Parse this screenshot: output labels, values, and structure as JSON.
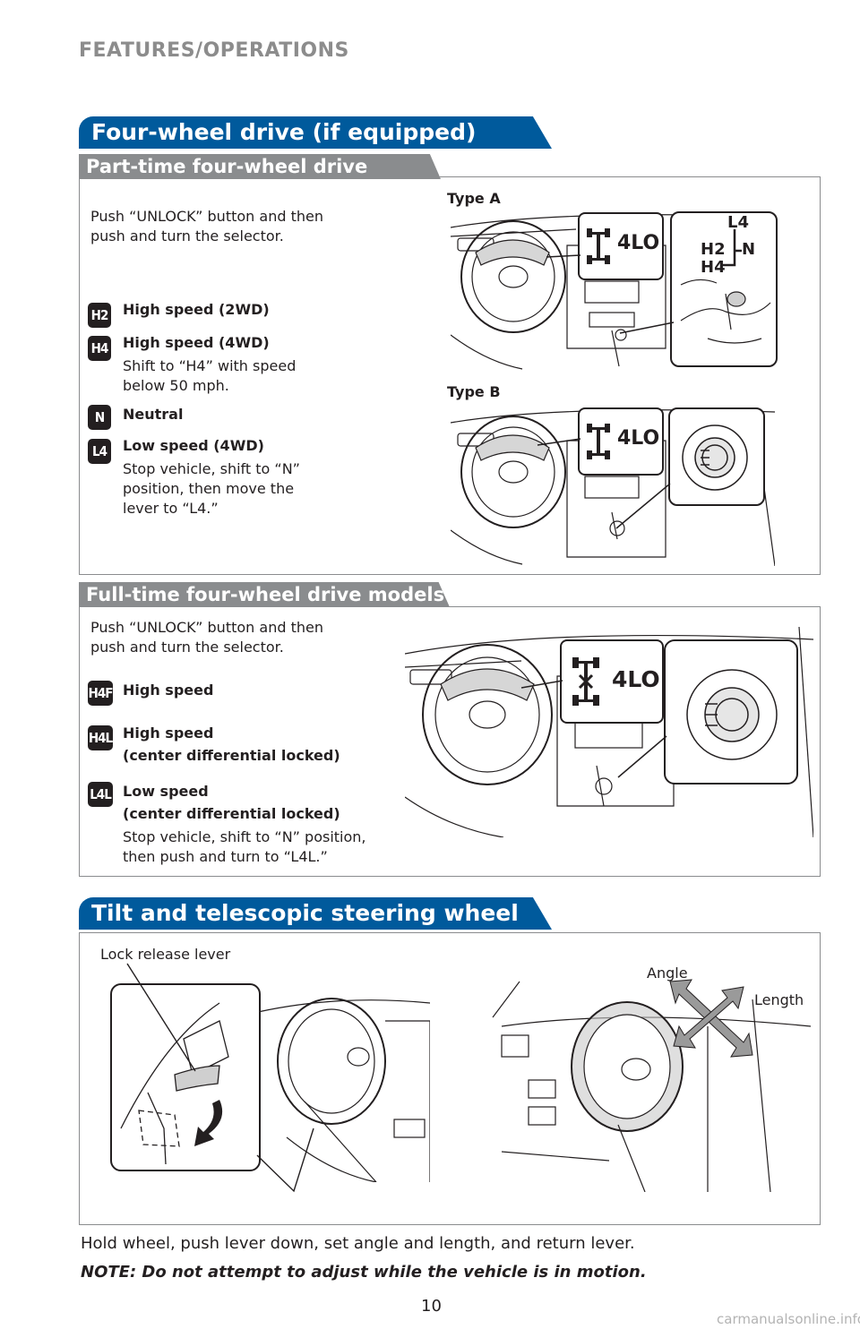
{
  "header": {
    "section": "FEATURES/OPERATIONS"
  },
  "four_wheel_drive": {
    "title": "Four-wheel drive (if equipped)",
    "part_time": {
      "tab": "Part-time four-wheel drive models",
      "instruction_line1": "Push “UNLOCK” button and then",
      "instruction_line2": "push and turn the selector.",
      "type_a": "Type A",
      "type_b": "Type B",
      "indicator_text": "4LO",
      "selector_labels": {
        "l4": "L4",
        "h2": "H2",
        "h4": "H4",
        "n": "N"
      },
      "items": [
        {
          "badge": "H2",
          "title": "High speed (2WD)",
          "desc": []
        },
        {
          "badge": "H4",
          "title": "High speed (4WD)",
          "desc": [
            "Shift to “H4” with speed",
            "below 50 mph."
          ]
        },
        {
          "badge": "N",
          "title": "Neutral",
          "desc": []
        },
        {
          "badge": "L4",
          "title": "Low speed (4WD)",
          "desc": [
            "Stop vehicle, shift to “N”",
            "position, then move the",
            "lever to “L4.”"
          ]
        }
      ]
    },
    "full_time": {
      "tab": "Full-time four-wheel drive models",
      "instruction_line1": "Push “UNLOCK” button and then",
      "instruction_line2": "push and turn the selector.",
      "indicator_text": "4LO",
      "items": [
        {
          "badge": "H4F",
          "title": [
            "High speed"
          ],
          "desc": []
        },
        {
          "badge": "H4L",
          "title": [
            "High speed",
            "(center differential locked)"
          ],
          "desc": []
        },
        {
          "badge": "L4L",
          "title": [
            "Low speed",
            "(center differential locked)"
          ],
          "desc": [
            "Stop vehicle, shift to “N” position,",
            "then push and turn to “L4L.”"
          ]
        }
      ]
    }
  },
  "tilt": {
    "title": "Tilt and telescopic steering wheel",
    "lock_release_label": "Lock release lever",
    "angle_label": "Angle",
    "length_label": "Length",
    "instruction": "Hold wheel, push lever down, set angle and length, and return lever.",
    "note": "NOTE: Do not attempt to adjust while the vehicle is in motion."
  },
  "footer": {
    "page_number": "10",
    "watermark": "carmanualsonline.info"
  }
}
